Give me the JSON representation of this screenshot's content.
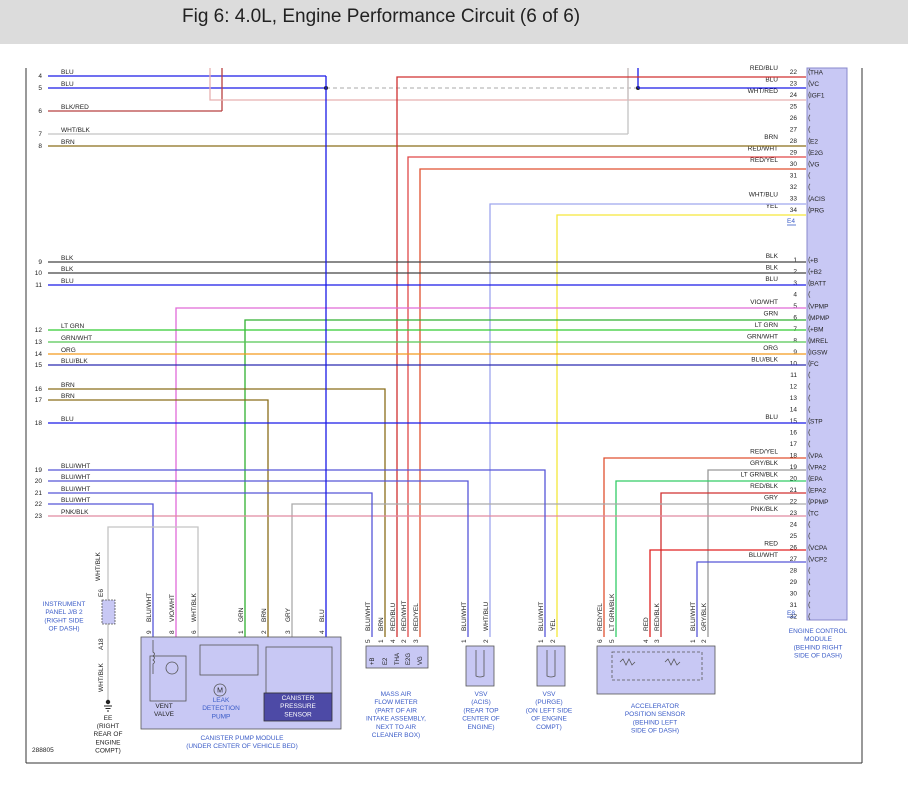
{
  "title": "Fig 6: 4.0L, Engine Performance Circuit (6 of 6)",
  "figure_id": "288805",
  "colors": {
    "BLU": "#1a1ae6",
    "BLK": "#444444",
    "BLKRED": "#b84040",
    "WHTBLK": "#c4c4c4",
    "BRN": "#8a6d1a",
    "LTGRN": "#33cc33",
    "GRNWHT": "#55c855",
    "ORG": "#f39a1d",
    "BLUBLK": "#2a2ab0",
    "VIOWHT": "#e06ad8",
    "GRN": "#30b030",
    "REDWHT": "#e04848",
    "REDYEL": "#e05030",
    "WHTBLU": "#9fa6ee",
    "YEL": "#f5e83a",
    "BLUWHT": "#5656d8",
    "PNKBLK": "#e08aa0",
    "RED": "#e02020",
    "REDBLK": "#d03030",
    "GRY": "#aaaaaa",
    "WHTRED": "#e8b0b0",
    "LTGRNBLK": "#33cc66",
    "GRYBLK": "#999999"
  },
  "left_wires": [
    {
      "pin": "4",
      "color": "BLU",
      "label": "BLU"
    },
    {
      "pin": "5",
      "color": "BLU",
      "label": "BLU"
    },
    {
      "pin": "6",
      "color": "BLKRED",
      "label": "BLK/RED"
    },
    {
      "pin": "7",
      "color": "WHTBLK",
      "label": "WHT/BLK"
    },
    {
      "pin": "8",
      "color": "BRN",
      "label": "BRN"
    },
    {
      "pin": "9",
      "color": "BLK",
      "label": "BLK"
    },
    {
      "pin": "10",
      "color": "BLK",
      "label": "BLK"
    },
    {
      "pin": "11",
      "color": "BLU",
      "label": "BLU"
    },
    {
      "pin": "12",
      "color": "LTGRN",
      "label": "LT GRN"
    },
    {
      "pin": "13",
      "color": "GRNWHT",
      "label": "GRN/WHT"
    },
    {
      "pin": "14",
      "color": "ORG",
      "label": "ORG"
    },
    {
      "pin": "15",
      "color": "BLUBLK",
      "label": "BLU/BLK"
    },
    {
      "pin": "16",
      "color": "BRN",
      "label": "BRN"
    },
    {
      "pin": "17",
      "color": "BRN",
      "label": "BRN"
    },
    {
      "pin": "18",
      "color": "BLU",
      "label": "BLU"
    },
    {
      "pin": "19",
      "color": "BLUWHT",
      "label": "BLU/WHT"
    },
    {
      "pin": "20",
      "color": "BLUWHT",
      "label": "BLU/WHT"
    },
    {
      "pin": "21",
      "color": "BLUWHT",
      "label": "BLU/WHT"
    },
    {
      "pin": "22",
      "color": "BLUWHT",
      "label": "BLU/WHT"
    },
    {
      "pin": "23",
      "color": "PNKBLK",
      "label": "PNK/BLK"
    }
  ],
  "ecm_upper": [
    {
      "pin": "22",
      "label": "RED/BLU",
      "color": "REDBLK",
      "func": "THA"
    },
    {
      "pin": "23",
      "label": "BLU",
      "color": "BLU",
      "func": "VC"
    },
    {
      "pin": "24",
      "label": "WHT/RED",
      "color": "WHTRED",
      "func": "IGF1"
    },
    {
      "pin": "25",
      "label": "",
      "color": "",
      "func": ""
    },
    {
      "pin": "26",
      "label": "",
      "color": "",
      "func": ""
    },
    {
      "pin": "27",
      "label": "",
      "color": "",
      "func": ""
    },
    {
      "pin": "28",
      "label": "BRN",
      "color": "BRN",
      "func": "E2"
    },
    {
      "pin": "29",
      "label": "RED/WHT",
      "color": "REDWHT",
      "func": "E2G"
    },
    {
      "pin": "30",
      "label": "RED/YEL",
      "color": "REDYEL",
      "func": "VG"
    },
    {
      "pin": "31",
      "label": "",
      "color": "",
      "func": ""
    },
    {
      "pin": "32",
      "label": "",
      "color": "",
      "func": ""
    },
    {
      "pin": "33",
      "label": "WHT/BLU",
      "color": "WHTBLU",
      "func": "ACIS"
    },
    {
      "pin": "34",
      "label": "YEL",
      "color": "YEL",
      "func": "PRG"
    }
  ],
  "ecm_upper_conn": "E4",
  "ecm_lower": [
    {
      "pin": "1",
      "label": "BLK",
      "color": "BLK",
      "func": "+B"
    },
    {
      "pin": "2",
      "label": "BLK",
      "color": "BLK",
      "func": "+B2"
    },
    {
      "pin": "3",
      "label": "BLU",
      "color": "BLU",
      "func": "BATT"
    },
    {
      "pin": "4",
      "label": "",
      "color": "",
      "func": ""
    },
    {
      "pin": "5",
      "label": "VIO/WHT",
      "color": "VIOWHT",
      "func": "VPMP"
    },
    {
      "pin": "6",
      "label": "GRN",
      "color": "GRN",
      "func": "MPMP"
    },
    {
      "pin": "7",
      "label": "LT GRN",
      "color": "LTGRN",
      "func": "+BM"
    },
    {
      "pin": "8",
      "label": "GRN/WHT",
      "color": "GRNWHT",
      "func": "MREL"
    },
    {
      "pin": "9",
      "label": "ORG",
      "color": "ORG",
      "func": "IGSW"
    },
    {
      "pin": "10",
      "label": "BLU/BLK",
      "color": "BLUBLK",
      "func": "FC"
    },
    {
      "pin": "11",
      "label": "",
      "color": "",
      "func": ""
    },
    {
      "pin": "12",
      "label": "",
      "color": "",
      "func": ""
    },
    {
      "pin": "13",
      "label": "",
      "color": "",
      "func": ""
    },
    {
      "pin": "14",
      "label": "",
      "color": "",
      "func": ""
    },
    {
      "pin": "15",
      "label": "BLU",
      "color": "BLU",
      "func": "STP"
    },
    {
      "pin": "16",
      "label": "",
      "color": "",
      "func": ""
    },
    {
      "pin": "17",
      "label": "",
      "color": "",
      "func": ""
    },
    {
      "pin": "18",
      "label": "RED/YEL",
      "color": "REDYEL",
      "func": "VPA"
    },
    {
      "pin": "19",
      "label": "GRY/BLK",
      "color": "GRYBLK",
      "func": "VPA2"
    },
    {
      "pin": "20",
      "label": "LT GRN/BLK",
      "color": "LTGRNBLK",
      "func": "EPA"
    },
    {
      "pin": "21",
      "label": "RED/BLK",
      "color": "REDBLK",
      "func": "EPA2"
    },
    {
      "pin": "22",
      "label": "GRY",
      "color": "GRY",
      "func": "PPMP"
    },
    {
      "pin": "23",
      "label": "PNK/BLK",
      "color": "PNKBLK",
      "func": "TC"
    },
    {
      "pin": "24",
      "label": "",
      "color": "",
      "func": ""
    },
    {
      "pin": "25",
      "label": "",
      "color": "",
      "func": ""
    },
    {
      "pin": "26",
      "label": "RED",
      "color": "RED",
      "func": "VCPA"
    },
    {
      "pin": "27",
      "label": "BLU/WHT",
      "color": "BLUWHT",
      "func": "VCP2"
    },
    {
      "pin": "28",
      "label": "",
      "color": "",
      "func": ""
    },
    {
      "pin": "29",
      "label": "",
      "color": "",
      "func": ""
    },
    {
      "pin": "30",
      "label": "",
      "color": "",
      "func": ""
    },
    {
      "pin": "31",
      "label": "",
      "color": "",
      "func": ""
    },
    {
      "pin": "32",
      "label": "",
      "color": "",
      "func": ""
    }
  ],
  "ecm_lower_conn": "E8",
  "ecm_caption": [
    "ENGINE CONTROL",
    "MODULE",
    "(BEHIND RIGHT",
    "SIDE OF DASH)"
  ],
  "instrument_panel": {
    "caption": [
      "INSTRUMENT",
      "PANEL J/B 2",
      "(RIGHT SIDE",
      "OF DASH)"
    ],
    "wire_top": "WHT/BLK",
    "wire_bottom": "WHT/BLK",
    "pin_top": "E6",
    "pin_bottom": "A18"
  },
  "ground": {
    "pin": "EE",
    "caption": [
      "(RIGHT",
      "REAR OF",
      "ENGINE",
      "COMPT)"
    ]
  },
  "canister": {
    "pins": [
      {
        "pin": "9",
        "label": "BLU/WHT"
      },
      {
        "pin": "8",
        "label": "VIO/WHT"
      },
      {
        "pin": "6",
        "label": "WHT/BLK"
      },
      {
        "pin": "1",
        "label": "GRN"
      },
      {
        "pin": "2",
        "label": "BRN"
      },
      {
        "pin": "3",
        "label": "GRY"
      },
      {
        "pin": "4",
        "label": "BLU"
      }
    ],
    "vent_valve": [
      "VENT",
      "VALVE"
    ],
    "leak_pump": [
      "LEAK",
      "DETECTION",
      "PUMP"
    ],
    "pressure_sensor": [
      "CANISTER",
      "PRESSURE",
      "SENSOR"
    ],
    "motor": "M",
    "caption": [
      "CANISTER PUMP MODULE",
      "(UNDER CENTER OF VEHICLE BED)"
    ]
  },
  "maf": {
    "pins": [
      {
        "pin": "5",
        "label": "BLU/WHT",
        "func": "+B"
      },
      {
        "pin": "1",
        "label": "BRN",
        "func": "E2"
      },
      {
        "pin": "4",
        "label": "RED/BLU",
        "func": "THA"
      },
      {
        "pin": "2",
        "label": "RED/WHT",
        "func": "E2G"
      },
      {
        "pin": "3",
        "label": "RED/YEL",
        "func": "VG"
      }
    ],
    "caption": [
      "MASS AIR",
      "FLOW METER",
      "(PART OF AIR",
      "INTAKE ASSEMBLY,",
      "NEXT TO AIR",
      "CLEANER BOX)"
    ]
  },
  "vsv_acis": {
    "pins": [
      {
        "pin": "1",
        "label": "BLU/WHT"
      },
      {
        "pin": "2",
        "label": "WHT/BLU"
      }
    ],
    "caption": [
      "VSV",
      "(ACIS)",
      "(REAR TOP",
      "CENTER OF",
      "ENGINE)"
    ]
  },
  "vsv_purge": {
    "pins": [
      {
        "pin": "1",
        "label": "BLU/WHT"
      },
      {
        "pin": "2",
        "label": "YEL"
      }
    ],
    "caption": [
      "VSV",
      "(PURGE)",
      "(ON LEFT SIDE",
      "OF ENGINE",
      "COMPT)"
    ]
  },
  "accel": {
    "pins": [
      {
        "pin": "6",
        "label": "RED/YEL"
      },
      {
        "pin": "5",
        "label": "LT GRN/BLK"
      },
      {
        "pin": "4",
        "label": "RED"
      },
      {
        "pin": "3",
        "label": "RED/BLK"
      },
      {
        "pin": "1",
        "label": "BLU/WHT"
      },
      {
        "pin": "2",
        "label": "GRY/BLK"
      }
    ],
    "caption": [
      "ACCELERATOR",
      "POSITION SENSOR",
      "(BEHIND LEFT",
      "SIDE OF DASH)"
    ]
  }
}
